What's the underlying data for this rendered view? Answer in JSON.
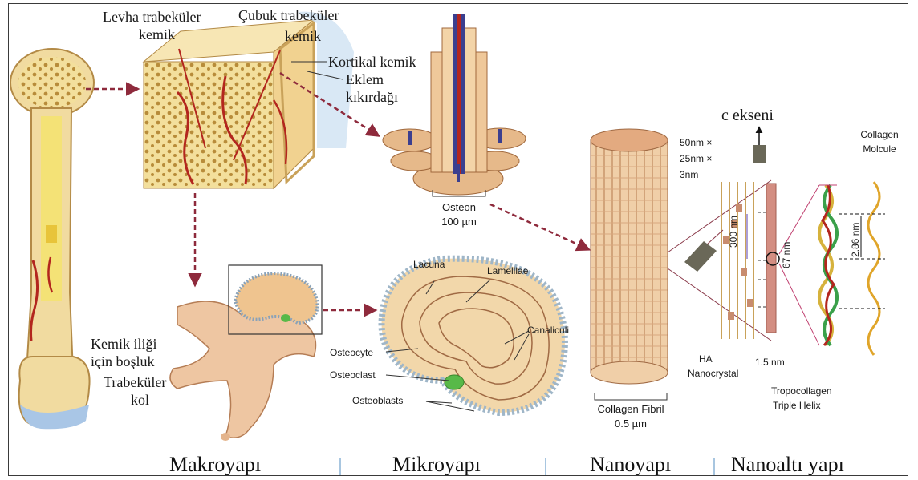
{
  "sections": [
    "Makroyapı",
    "Mikroyapı",
    "Nanoyapı",
    "Nanoaltı yapı"
  ],
  "macro_labels": {
    "levha_line1": "Levha trabeküler",
    "levha_line2": "kemik",
    "cubuk_line1": "Çubuk trabeküler",
    "cubuk_line2": "kemik",
    "kortikal": "Kortikal kemik",
    "eklem_line1": "Eklem",
    "eklem_line2": "kıkırdağı",
    "ilik_line1": "Kemik iliği",
    "ilik_line2": "için boşluk",
    "kol_line1": "Trabeküler",
    "kol_line2": "kol"
  },
  "micro_labels": {
    "osteon": "Osteon",
    "osteon_size": "100 µm",
    "lacuna": "Lacuna",
    "lamellae": "Lamelllae",
    "canaliculi": "Canaliculi",
    "osteocyte": "Osteocyte",
    "osteoclast": "Osteoclast",
    "osteoblasts": "Osteoblasts"
  },
  "nano_labels": {
    "fibril": "Collagen Fibril",
    "fibril_size": "0.5 µm",
    "c_axis": "c ekseni",
    "crystal_dim1": "50nm ×",
    "crystal_dim2": "25nm ×",
    "crystal_dim3": "3nm",
    "ha_line1": "HA",
    "ha_line2": "Nanocrystal",
    "d300": "300 nm",
    "d67": "67 nm",
    "d15": "1.5 nm"
  },
  "subnano_labels": {
    "molecule_line1": "Collagen",
    "molecule_line2": "Molcule",
    "d286": "2.86 nm",
    "helix_line1": "Tropocollagen",
    "helix_line2": "Triple Helix"
  },
  "colors": {
    "bone": "#f1dba0",
    "bone_dark": "#c99a4c",
    "vessel": "#b3261e",
    "arrow": "#8e2a3c",
    "cartilage": "#a9c6e6",
    "cell_blue": "#9fb6c8",
    "osteoclast": "#58b948",
    "divider": "#a8c6e0"
  }
}
